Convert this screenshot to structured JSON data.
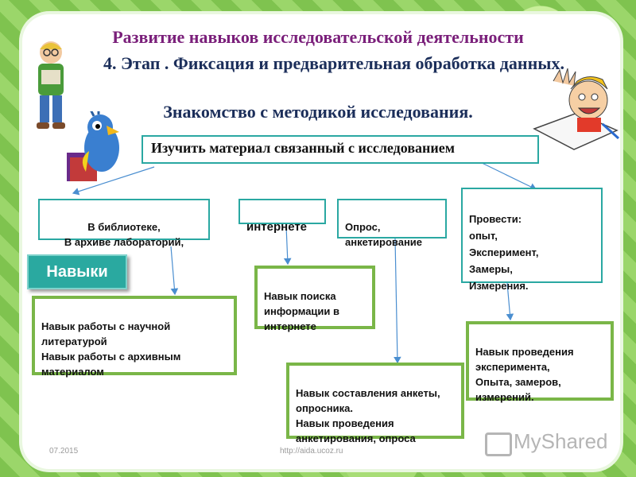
{
  "slide": {
    "title_line1": "Развитие навыков исследовательской деятельности",
    "title_line2": "4. Этап . Фиксация и предварительная обработка данных.",
    "title_line3": "Знакомство с методикой исследования.",
    "main_box": "Изучить материал связанный с исследованием",
    "source_boxes": [
      "В библиотеке,\nВ архиве лабораторий,",
      "интернете",
      "Опрос,\nанкетирование",
      "Провести:\nопыт,\nЭксперимент,\nЗамеры,\nИзмерения."
    ],
    "skills_label": "Навыки",
    "skill_boxes": [
      "Навык работы с научной литературой\nНавык работы с архивным материалом",
      "Навык поиска информации в интернете",
      "Навык составления анкеты, опросника.\nНавык проведения анкетирования, опроса",
      "Навык проведения эксперимента,\nОпыта, замеров,\nизмерений."
    ],
    "footer_date": "07.2015",
    "footer_url": "http://aida.ucoz.ru",
    "logo_text": "MyShared"
  },
  "colors": {
    "title_purple": "#7a1f7a",
    "title_navy": "#1b2e5a",
    "teal_border": "#2aa8a2",
    "green_border": "#7ab648",
    "skills_badge": "#2aa9a0"
  }
}
